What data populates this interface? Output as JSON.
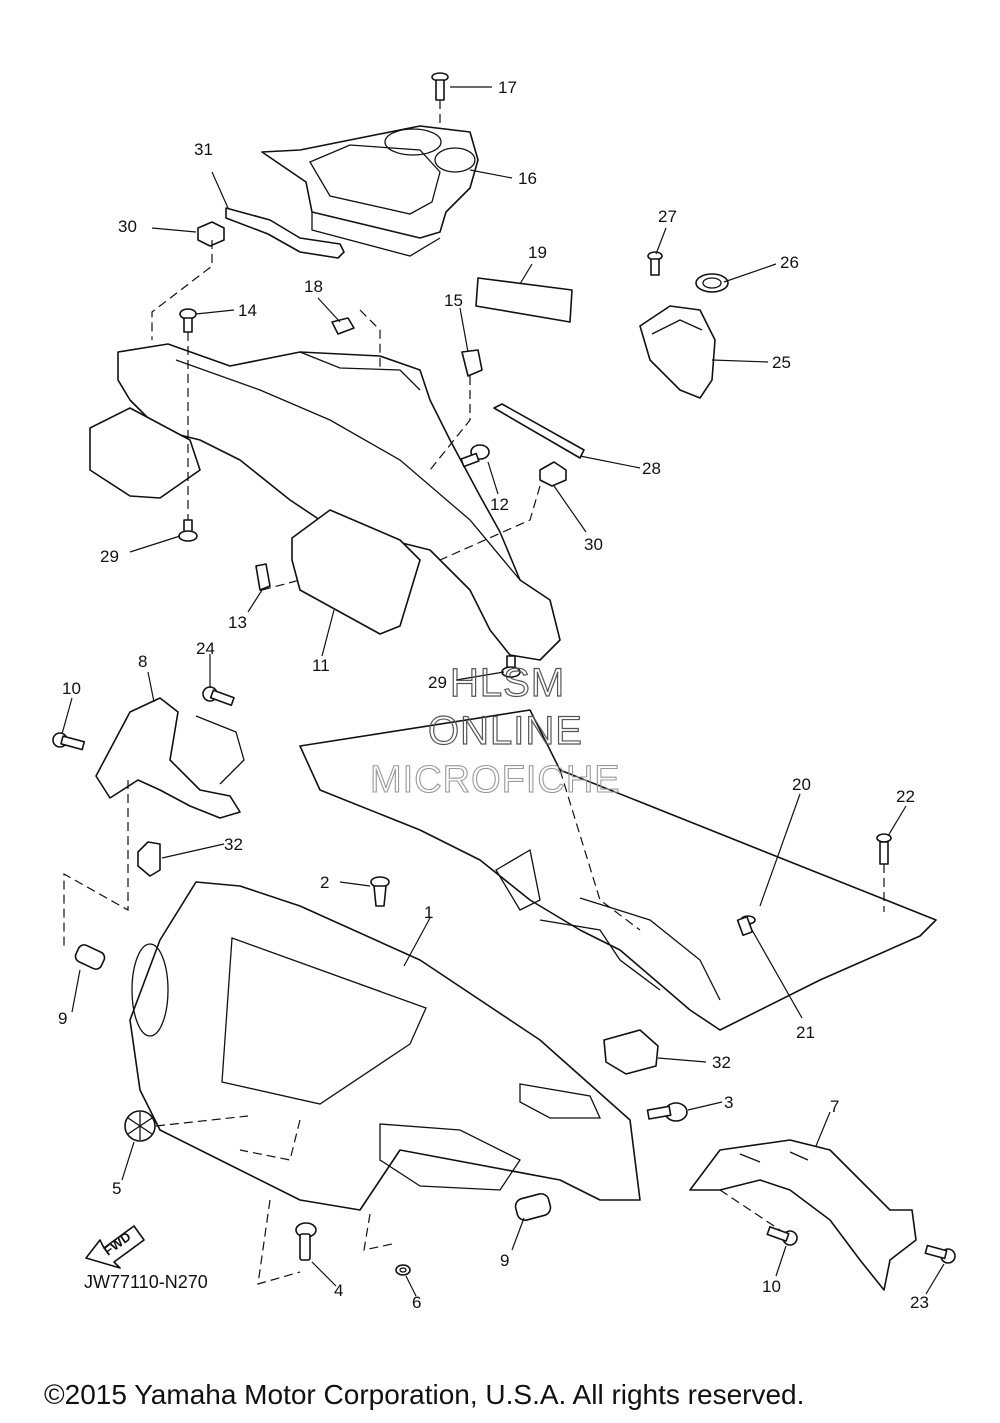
{
  "diagram_code": "JW77110-N270",
  "copyright": "©2015 Yamaha Motor Corporation, U.S.A. All rights reserved.",
  "watermark": {
    "line1": "HLSM",
    "line2": "ONLINE",
    "line3": "MICROFICHE"
  },
  "fwd_label": "FWD",
  "callouts": {
    "c1": "1",
    "c2": "2",
    "c3": "3",
    "c4": "4",
    "c5": "5",
    "c6": "6",
    "c7": "7",
    "c8": "8",
    "c9a": "9",
    "c9b": "9",
    "c10a": "10",
    "c10b": "10",
    "c11": "11",
    "c12": "12",
    "c13": "13",
    "c14": "14",
    "c15": "15",
    "c16": "16",
    "c17": "17",
    "c18": "18",
    "c19": "19",
    "c20": "20",
    "c21": "21",
    "c22": "22",
    "c23": "23",
    "c24": "24",
    "c25": "25",
    "c26": "26",
    "c27": "27",
    "c28": "28",
    "c29a": "29",
    "c29b": "29",
    "c30a": "30",
    "c30b": "30",
    "c31": "31",
    "c32a": "32",
    "c32b": "32"
  }
}
